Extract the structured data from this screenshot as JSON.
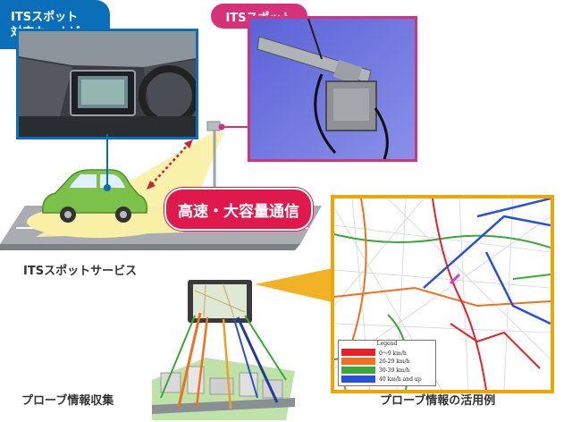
{
  "labels": {
    "navi_line1": "ITSスポット",
    "navi_line2": "対応カーナビ",
    "its_spot": "ITSスポット",
    "communication": "高速・大容量通信",
    "its_service": "ITSスポットサービス",
    "probe_collect": "プローブ情報収集",
    "probe_use": "プローブ情報の活用例"
  },
  "legend": {
    "title": "Legend",
    "items": [
      {
        "label": "0～9 km/h",
        "color": "#e8202a"
      },
      {
        "label": "20-29 km/h",
        "color": "#f07020"
      },
      {
        "label": "30-39 km/h",
        "color": "#3aa83a"
      },
      {
        "label": "40 km/h and up",
        "color": "#2a4fd8"
      }
    ]
  },
  "colors": {
    "navi_blue": "#0a6fb8",
    "its_pink": "#d6327a",
    "comm_red": "#e0194c",
    "map_frame": "#f0a500",
    "car_green": "#7cc24a"
  }
}
